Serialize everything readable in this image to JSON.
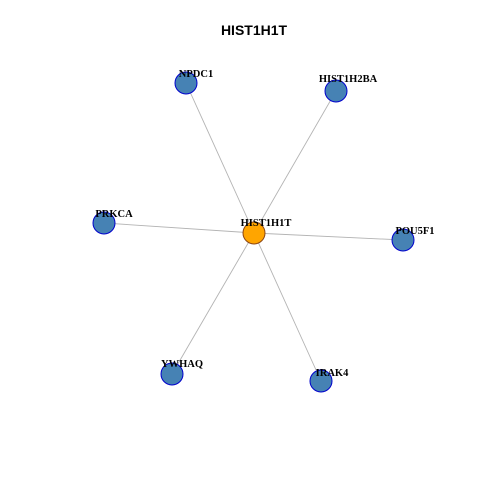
{
  "title": "HIST1H1T",
  "colors": {
    "center_fill": "#FFA500",
    "center_stroke": "#8B4513",
    "node_fill": "#4682B4",
    "node_stroke": "#0000CD",
    "edge": "#B3B3B3"
  },
  "network": {
    "center": "HIST1H1T",
    "neighbors": [
      "NPDC1",
      "HIST1H2BA",
      "PRKCA",
      "POU5F1",
      "YWHAQ",
      "IRAK4"
    ]
  }
}
